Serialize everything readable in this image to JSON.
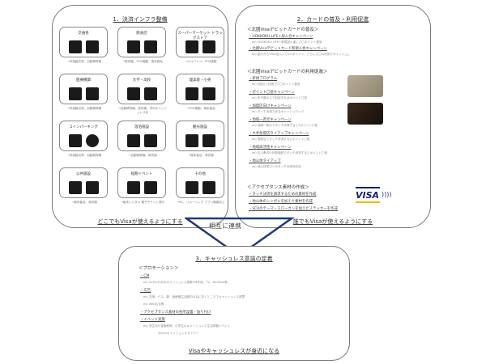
{
  "panel1": {
    "title": "1．決済インフラ整備",
    "cells": [
      {
        "label": "交通系",
        "icons": [
          "bus-icon",
          "train-icon"
        ],
        "note": "→非接触決済、自動精算機"
      },
      {
        "label": "飲食店",
        "icons": [
          "dining-icon",
          "shop-icon"
        ],
        "note": "→券売機、POS連動、端末普及"
      },
      {
        "label": "スーパーマーケット ドラッグストア",
        "icons": [
          "cash-register-icon",
          "medicine-bottle-icon"
        ],
        "note": "→セルフレジ、POS連動"
      },
      {
        "label": "医療機関",
        "icons": [
          "hospital-icon",
          "syringe-icon"
        ],
        "note": "→非接触決済、自動精算機"
      },
      {
        "label": "大学・高校",
        "icons": [
          "school-icon",
          "teacher-icon"
        ],
        "note": "→自動精算機、券売機、学内キャッシュレス化"
      },
      {
        "label": "理美容・小売",
        "icons": [
          "scissors-icon",
          "storefront-icon"
        ],
        "note": "→POS連動、端末普及"
      },
      {
        "label": "コインパーキング",
        "icons": [
          "car-icon",
          "coins-icon"
        ],
        "note": "→非接触決済、自動精算機"
      },
      {
        "label": "温浴施設",
        "icons": [
          "bathtub-icon",
          "washing-machine-icon"
        ],
        "note": "→自動精算機、券売機"
      },
      {
        "label": "観光施設",
        "icons": [
          "souvenir-icon",
          "temple-icon"
        ],
        "note": "→端末普及、券売機"
      },
      {
        "label": "公共施設",
        "icons": [
          "stadium-icon",
          "building-icon"
        ],
        "note": "→端末普及、券売機"
      },
      {
        "label": "短期イベント",
        "icons": [
          "ticket-icon",
          "dragon-dance-icon"
        ],
        "note": "→端末レンタル 電子チケット発行"
      },
      {
        "label": "その他",
        "icons": [
          "credit-card-icon",
          "smartphone-icon"
        ],
        "note": "→EC、リカーリング アプリ機能向上"
      }
    ],
    "footer": "どこでもVisaが使えるようにする"
  },
  "panel2": {
    "title": "2．カードの普及・利用促進",
    "section1": {
      "heading": "＜北國Visaデビットカードの普及＞",
      "items": [
        {
          "label": "・HOKKOKU LIFE+加入合キャンペーン",
          "example": "ex) HOKKOKU LIFE+新規加入者に〇〇ポイント進呈"
        },
        {
          "label": "・北國Visaデビットカード新規入会キャンペーン",
          "example": "ex) 給与からVISA加入入で××ポイント、さらに〇〇の利用でポイント△△"
        }
      ]
    },
    "section2": {
      "heading": "＜北國Visaデビットカードの利用促進＞",
      "items": [
        {
          "label": "・新規プログラム",
          "example": "ex) 5回以上利用で〇〇ポイント進呈"
        },
        {
          "label": "・ポイント〇倍キャンペーン",
          "example": "ex) 年代層ポスで利用すればポイント〇倍"
        },
        {
          "label": "・加盟店向けキャンペーン",
          "example": "ex) タッチ決済で弁当キャッシュバック"
        },
        {
          "label": "・地域一斉元キャンペーン",
          "example": "ex) 地域一斉元でタッチ決済すると2ポイント〇倍"
        },
        {
          "label": "・大手加盟店タイアップキャンペーン",
          "example": "ex) 登録店でタッチ決済するとポイント〇倍"
        },
        {
          "label": "・地域再活性キャンペーン",
          "example": "ex) 石川県内の対象施設でタッチ決済するとポイント〇倍"
        },
        {
          "label": "・地公体タイアップ",
          "example": "ex) 地公体窓口へのタッチ決済対応化"
        }
      ]
    },
    "section3": {
      "heading": "＜アクセプタンス素材の作成＞",
      "items": [
        "・タッチ決済を訴求するための素材を作成",
        "・地公体のシンボルを加えた素材を作成",
        "・SCRのテーマ・スローガンを加えたステッカーを作成"
      ]
    },
    "visa_logo": {
      "text": "VISA",
      "contactless": "))))"
    },
    "footer": "誰でもVisaが使えるようにする"
  },
  "connector": {
    "label": "相互に連携",
    "color": "#1f3a7a"
  },
  "panel3": {
    "title": "3．キャッシュレス意識の定着",
    "heading": "＜プロモーション＞",
    "items": [
      {
        "label": "・CM",
        "examples": [
          "ex) SCRのためのキャッシュレス啓蒙CM作成、TV、YouTube等。"
        ]
      },
      {
        "label": "・広告",
        "examples": [
          "ex) 空港、バス、駅、医療機生活圏内の目に付くところでキャッシュレス啓蒙",
          "ex) Web広告等"
        ]
      },
      {
        "label": "・アクセプタンス素材の各所設置・貼り付け",
        "examples": []
      },
      {
        "label": "・イベント実施",
        "examples": [
          "ex) 学生向け金融教育、小学生のキャッシュレス生活体験イベント",
          "Visaのキャッシュレスセミナー"
        ]
      }
    ],
    "footer": "Visaやキャッシュレスが身近になる"
  }
}
